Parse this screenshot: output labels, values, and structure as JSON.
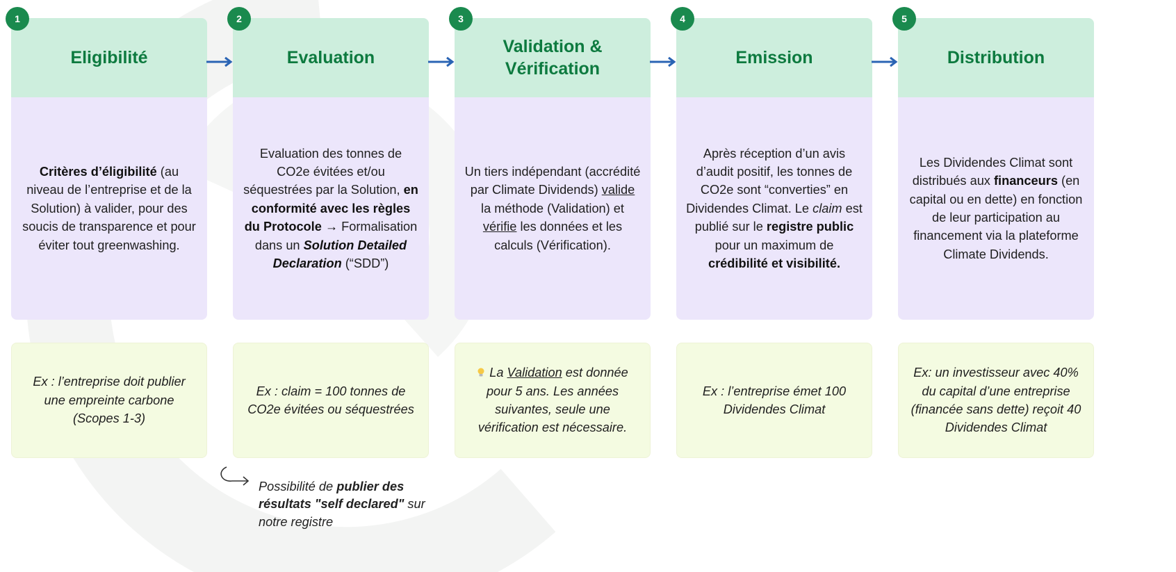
{
  "steps": [
    {
      "number": "1",
      "title": "Eligibilité",
      "body": [
        {
          "t": "Critères d’éligibilité",
          "b": true
        },
        {
          "t": " (au niveau de l’entreprise et de la Solution) à valider, pour des soucis de transparence et pour éviter tout greenwashing."
        }
      ],
      "example": [
        {
          "t": "Ex : l’entreprise doit publier une empreinte carbone (Scopes 1-3)"
        }
      ]
    },
    {
      "number": "2",
      "title": "Evaluation",
      "body": [
        {
          "t": "Evaluation des tonnes de CO2e évitées et/ou séquestrées par la Solution, "
        },
        {
          "t": "en conformité avec les règles du Protocole →",
          "b": true
        },
        {
          "t": " Formalisation dans un "
        },
        {
          "t": "Solution Detailed Declaration",
          "b": true,
          "i": true
        },
        {
          "t": " (“SDD”)"
        }
      ],
      "example": [
        {
          "t": "Ex : claim = 100 tonnes de CO2e évitées ou séquestrées"
        }
      ]
    },
    {
      "number": "3",
      "title": "Validation & Vérification",
      "body": [
        {
          "t": "Un tiers indépendant (accrédité par Climate Dividends) "
        },
        {
          "t": "valide",
          "u": true
        },
        {
          "t": " la méthode (Validation) et "
        },
        {
          "t": "vérifie",
          "u": true
        },
        {
          "t": " les données et les calculs (Vérification)."
        }
      ],
      "example": [
        {
          "t": "La "
        },
        {
          "t": "Validation",
          "u": true
        },
        {
          "t": " est donnée pour 5 ans. Les années suivantes, seule une vérification est nécessaire."
        }
      ],
      "example_icon": "lightbulb-icon"
    },
    {
      "number": "4",
      "title": "Emission",
      "body": [
        {
          "t": "Après réception d’un avis d’audit positif, les tonnes de CO2e sont “converties” en Dividendes Climat. Le "
        },
        {
          "t": "claim",
          "i": true
        },
        {
          "t": " est publié sur le "
        },
        {
          "t": "registre public",
          "b": true
        },
        {
          "t": " pour un maximum de "
        },
        {
          "t": "crédibilité et visibilité.",
          "b": true
        }
      ],
      "example": [
        {
          "t": "Ex : l’entreprise émet 100 Dividendes Climat"
        }
      ]
    },
    {
      "number": "5",
      "title": "Distribution",
      "body": [
        {
          "t": "Les Dividendes Climat sont distribués aux "
        },
        {
          "t": "financeurs",
          "b": true
        },
        {
          "t": " (en capital ou en dette) en fonction de leur participation au financement via la plateforme Climate Dividends."
        }
      ],
      "example": [
        {
          "t": "Ex: un investisseur avec 40% du capital d’une entreprise (financée sans dette) reçoit 40 Dividendes Climat"
        }
      ]
    }
  ],
  "note": [
    {
      "t": "Possibilité de "
    },
    {
      "t": "publier des résultats \"self declared\"",
      "b": true
    },
    {
      "t": " sur notre registre"
    }
  ],
  "colors": {
    "badge": "#1a8a4e",
    "header_bg": "#cdeedd",
    "header_text": "#0d7a3f",
    "body_bg": "#ece6fb",
    "example_bg": "#f4fbe1",
    "arrow": "#2a64b4"
  }
}
